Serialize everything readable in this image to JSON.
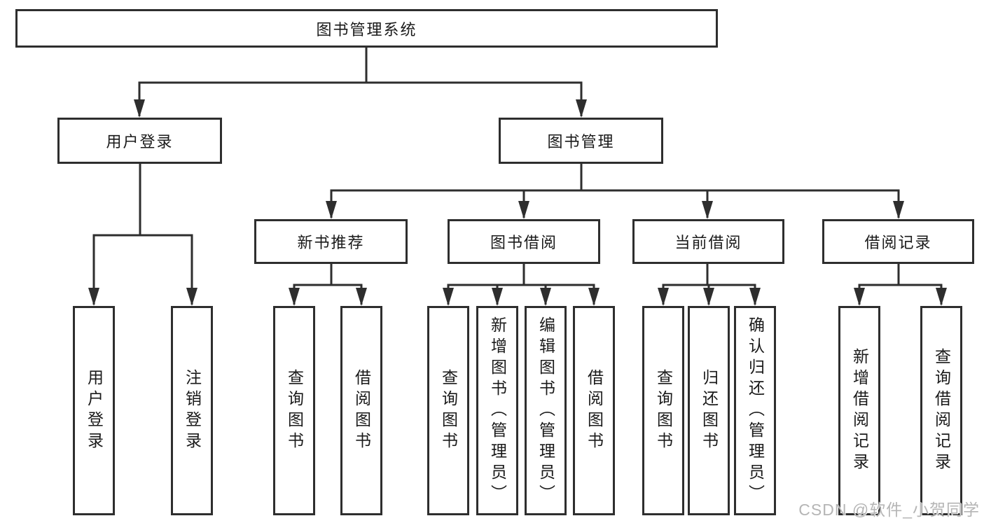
{
  "diagram": {
    "root": {
      "label": "图书管理系统"
    },
    "level2": [
      {
        "label": "用户登录"
      },
      {
        "label": "图书管理"
      }
    ],
    "level3": [
      {
        "label": "新书推荐",
        "parent": "图书管理"
      },
      {
        "label": "图书借阅",
        "parent": "图书管理"
      },
      {
        "label": "当前借阅",
        "parent": "图书管理"
      },
      {
        "label": "借阅记录",
        "parent": "图书管理"
      }
    ],
    "leaves": [
      {
        "label": "用户登录",
        "parent": "用户登录"
      },
      {
        "label": "注销登录",
        "parent": "用户登录"
      },
      {
        "label": "查询图书",
        "parent": "新书推荐"
      },
      {
        "label": "借阅图书",
        "parent": "新书推荐"
      },
      {
        "label": "查询图书",
        "parent": "图书借阅"
      },
      {
        "label": "新增图书（管理员）",
        "parent": "图书借阅"
      },
      {
        "label": "编辑图书（管理员）",
        "parent": "图书借阅"
      },
      {
        "label": "借阅图书",
        "parent": "图书借阅"
      },
      {
        "label": "查询图书",
        "parent": "当前借阅"
      },
      {
        "label": "归还图书",
        "parent": "当前借阅"
      },
      {
        "label": "确认归还（管理员）",
        "parent": "当前借阅"
      },
      {
        "label": "新增借阅记录",
        "parent": "借阅记录"
      },
      {
        "label": "查询借阅记录",
        "parent": "借阅记录"
      }
    ]
  },
  "watermark": {
    "text": "CSDN @软件_小贺同学"
  },
  "colors": {
    "line": "#2e2e2e",
    "text": "#1a1a1a",
    "background": "#ffffff",
    "watermark": "#b5b5b5"
  }
}
